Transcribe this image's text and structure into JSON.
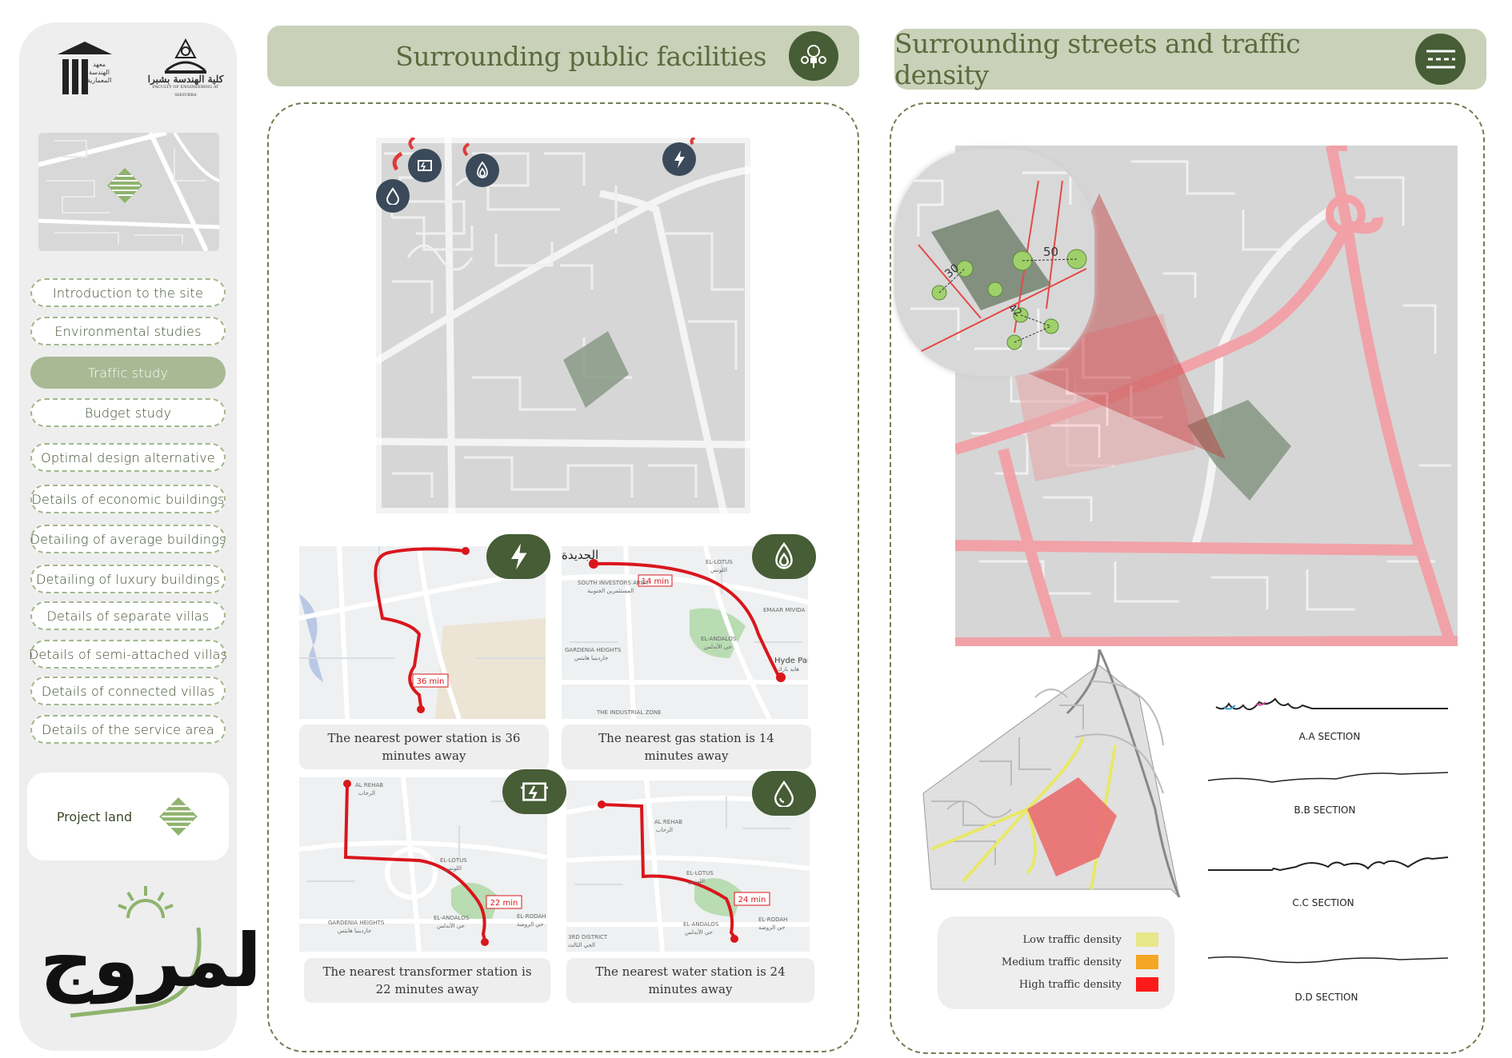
{
  "sidebar": {
    "logo_left_caption": [
      "معهد",
      "الهندسة",
      "المعمارية"
    ],
    "logo_right_caption": "كلية الهندسة بشبرا",
    "logo_right_sub": "FACULTY OF ENGINEERING AT SHOUBRA",
    "nav": [
      {
        "label": "Introduction to the site",
        "active": false
      },
      {
        "label": "Environmental studies",
        "active": false
      },
      {
        "label": "Traffic study",
        "active": true
      },
      {
        "label": "Budget study",
        "active": false
      },
      {
        "label": "Optimal design alternative",
        "active": false
      },
      {
        "label": "Details of economic buildings",
        "active": false
      },
      {
        "label": "Detailing of average buildings",
        "active": false
      },
      {
        "label": "Detailing of luxury buildings",
        "active": false
      },
      {
        "label": "Details of separate villas",
        "active": false
      },
      {
        "label": "Details of semi-attached villas",
        "active": false
      },
      {
        "label": "Details of connected villas",
        "active": false
      },
      {
        "label": "Details of the service area",
        "active": false
      }
    ],
    "project_land_label": "Project land",
    "brand_text": "المروج"
  },
  "facilities": {
    "title": "Surrounding public facilities",
    "icon": "facilities-icon",
    "cards": [
      {
        "id": "power",
        "icon": "lightning-icon",
        "caption": "The nearest power station is 36 minutes away",
        "route_time": "36 min"
      },
      {
        "id": "gas",
        "icon": "flame-icon",
        "caption": "The nearest gas station is 14 minutes away",
        "route_time": "14 min"
      },
      {
        "id": "transformer",
        "icon": "transformer-icon",
        "caption": "The nearest transformer station is 22 minutes away",
        "route_time": "22 min"
      },
      {
        "id": "water",
        "icon": "water-drop-icon",
        "caption": "The nearest water station is 24 minutes away",
        "route_time": "24 min"
      }
    ],
    "map_labels": {
      "gas": [
        "الجديدة",
        "SOUTH INVESTORS AREA",
        "المستثمرين الجنوبية",
        "EL-LOTUS",
        "اللوتس",
        "EMAAR MIVIDA",
        "GARDENIA HEIGHTS",
        "جاردينيا هايتس",
        "EL-ANDALOS",
        "حي الأندلس",
        "Hyde Par",
        "هايد بارك",
        "THE INDUSTRIAL ZONE"
      ],
      "transformer": [
        "AL REHAB",
        "الرحاب",
        "EL-LOTUS",
        "اللوتس",
        "GARDENIA HEIGHTS",
        "جاردينيا هايتس",
        "EL-ANDALOS",
        "حي الأندلس",
        "EL-RODAH",
        "حي الروضة"
      ],
      "water": [
        "AL REHAB",
        "الرحاب",
        "EL-LOTUS",
        "اللوتس",
        "EL-ANDALOS",
        "حي الأندلس",
        "EL-RODAH",
        "حي الروضة",
        "3RD DISTRICT",
        "الحي الثالث"
      ]
    }
  },
  "traffic": {
    "title": "Surrounding streets and traffic density",
    "icon": "streets-icon",
    "zoom_labels": [
      "30",
      "50",
      "42"
    ],
    "legend": [
      {
        "label": "Low traffic density",
        "color": "#e6e88a"
      },
      {
        "label": "Medium traffic density",
        "color": "#f5a623"
      },
      {
        "label": "High traffic density",
        "color": "#ff1a1a"
      }
    ],
    "sections": [
      "A.A SECTION",
      "B.B SECTION",
      "C.C SECTION",
      "D.D SECTION"
    ]
  },
  "colors": {
    "accent_dark": "#465d35",
    "accent_light": "#c9d1b8",
    "route_red": "#d9161c",
    "road_pink": "#f2a0a6"
  }
}
